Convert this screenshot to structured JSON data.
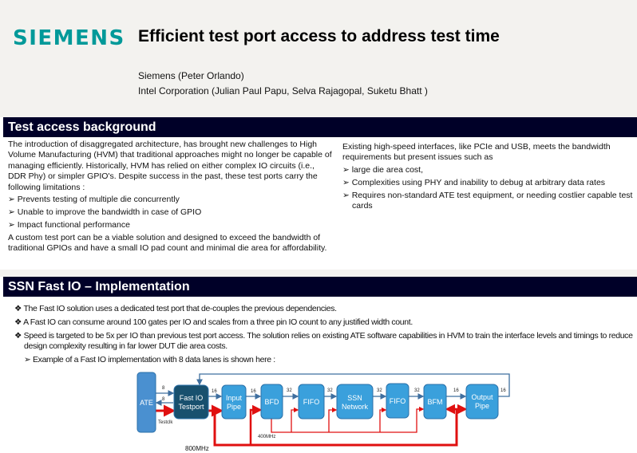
{
  "header": {
    "logo": "SIEMENS",
    "title": "Efficient test port access to address test time",
    "authors": [
      "Siemens (Peter Orlando)",
      "Intel Corporation (Julian Paul Papu, Selva Rajagopal, Suketu Bhatt )"
    ]
  },
  "section1": {
    "title": "Test access background",
    "left_intro": "The introduction of disaggregated architecture, has brought new challenges to High Volume Manufacturing (HVM) that traditional approaches might no longer be capable of managing efficiently. Historically, HVM has relied on either complex IO circuits (i.e., DDR Phy) or simpler GPIO's. Despite success in the past, these test ports carry the following limitations :",
    "left_bullets": [
      "Prevents testing of multiple die concurrently",
      "Unable to improve the bandwidth in case of GPIO",
      "Impact functional performance"
    ],
    "left_outro": "A custom test port can be a viable solution and designed to exceed the bandwidth of traditional GPIOs and have a small IO pad count and minimal die area for affordability.",
    "right_intro": "Existing high-speed interfaces, like PCIe and USB, meets the bandwidth requirements but present issues such as",
    "right_bullets": [
      "large die area cost,",
      "Complexities using PHY and inability to debug at arbitrary data rates",
      "Requires non-standard ATE test equipment, or needing costlier capable test cards"
    ]
  },
  "section2": {
    "title": "SSN Fast IO – Implementation",
    "bullets": [
      "The Fast IO solution uses a dedicated test port that de-couples the previous dependencies.",
      "A Fast IO can consume around 100 gates per IO and scales from a three pin IO count to any justified width count.",
      "Speed is targeted to be 5x per IO than previous test port access. The solution relies on existing ATE software capabilities in HVM to train the interface levels and timings to reduce design complexity resulting in far lower DUT die area costs."
    ],
    "sub_bullet": "Example of a Fast IO implementation with 8 data lanes is shown here :"
  },
  "diagram": {
    "blocks": {
      "ate": "ATE",
      "fastio1": "Fast IO",
      "fastio2": "Testport",
      "input1": "Input",
      "input2": "Pipe",
      "bfd": "BFD",
      "fifo1": "FIFO",
      "ssn1": "SSN",
      "ssn2": "Network",
      "fifo2": "FIFO",
      "bfm": "BFM",
      "output1": "Output",
      "output2": "Pipe"
    },
    "widths": {
      "ate_in": "8",
      "ate_out": "8",
      "w1": "16",
      "w2": "16",
      "w3": "32",
      "w4": "32",
      "w5": "32",
      "w6": "32",
      "w7": "16",
      "w8": "16"
    },
    "clocks": {
      "testclk": "Testclk",
      "c400": "400MHz",
      "c800": "800MHz"
    },
    "colors": {
      "block": "#3aa0dc",
      "dark_block": "#18506e",
      "ate": "#4a90d0",
      "clock": "#e01010",
      "data": "#3f6f9f"
    }
  }
}
